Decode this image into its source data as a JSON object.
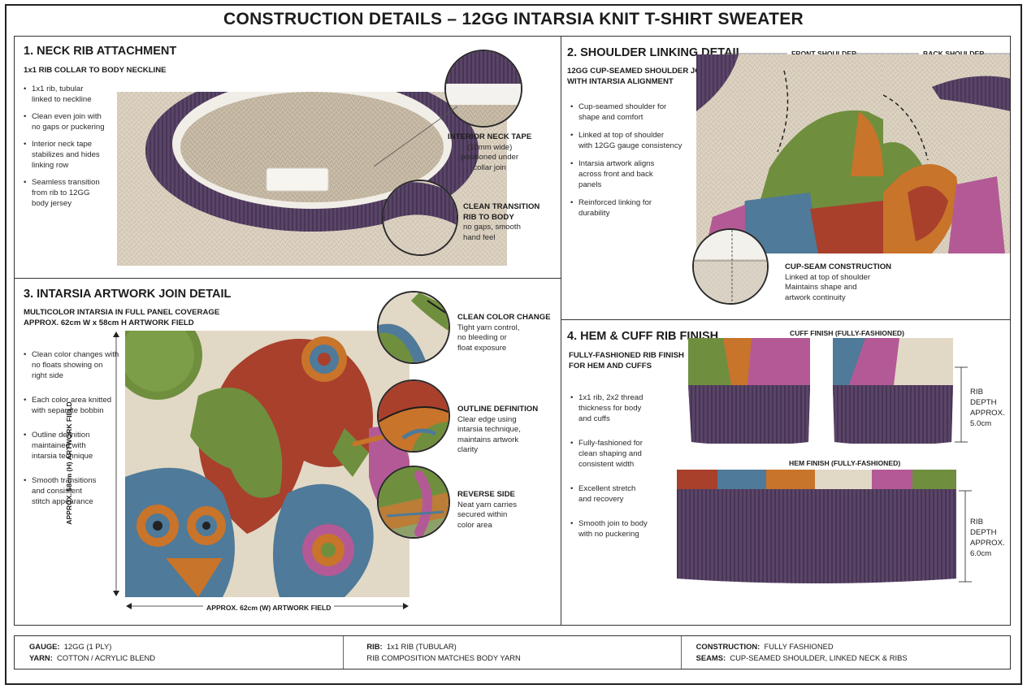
{
  "title": "CONSTRUCTION DETAILS – 12GG INTARSIA KNIT T-SHIRT SWEATER",
  "colors": {
    "rib_purple": "#5a4468",
    "body_beige": "#ddd3c3",
    "intarsia_green": "#6f8f3e",
    "intarsia_blue": "#4f7a99",
    "intarsia_orange": "#c8742a",
    "intarsia_red": "#a8402c",
    "intarsia_pink": "#b35a96"
  },
  "panel1": {
    "title": "1. NECK RIB ATTACHMENT",
    "subtitle": "1x1 RIB COLLAR TO BODY NECKLINE",
    "bullets": [
      "1x1 rib, tubular\nlinked to neckline",
      "Clean even join with\nno gaps or puckering",
      "Interior neck tape\nstabilizes and hides\nlinking row",
      "Seamless transition\nfrom rib to 12GG\nbody jersey"
    ],
    "callout_tape": {
      "title": "INTERIOR NECK TAPE",
      "text": "(10mm wide)\npositioned under\ncollar join"
    },
    "callout_transition": {
      "title": "CLEAN TRANSITION\nRIB TO BODY",
      "text": "no gaps, smooth\nhand feel"
    }
  },
  "panel2": {
    "title": "2. SHOULDER LINKING DETAIL",
    "subtitle": "12GG CUP-SEAMED SHOULDER JOIN\nWITH INTARSIA ALIGNMENT",
    "bullets": [
      "Cup-seamed shoulder for\nshape and comfort",
      "Linked at top of shoulder\nwith 12GG gauge consistency",
      "Intarsia artwork aligns\nacross front and back\npanels",
      "Reinforced linking for\ndurability"
    ],
    "front_label": "FRONT SHOULDER",
    "back_label": "BACK SHOULDER",
    "callout_cupseam": {
      "title": "CUP-SEAM CONSTRUCTION",
      "text": "Linked at top of shoulder\nMaintains shape and\nartwork continuity"
    }
  },
  "panel3": {
    "title": "3. INTARSIA ARTWORK JOIN DETAIL",
    "subtitle": "MULTICOLOR INTARSIA IN FULL PANEL COVERAGE\nAPPROX. 62cm W x 58cm H ARTWORK FIELD",
    "bullets": [
      "Clean color changes with\nno floats showing on\nright side",
      "Each color area knitted\nwith separate bobbin",
      "Outline definition\nmaintained with\nintarsia technique",
      "Smooth transitions\nand consistent\nstitch appearance"
    ],
    "dim_height": "APPROX. 58cm (H) ARTWORK FIELD",
    "dim_width": "APPROX. 62cm (W) ARTWORK FIELD",
    "callouts": [
      {
        "title": "CLEAN COLOR CHANGE",
        "text": "Tight yarn control,\nno bleeding or\nfloat exposure"
      },
      {
        "title": "OUTLINE DEFINITION",
        "text": "Clear edge using\nintarsia technique,\nmaintains artwork\nclarity"
      },
      {
        "title": "REVERSE SIDE",
        "text": "Neat yarn carries\nsecured within\ncolor area"
      }
    ]
  },
  "panel4": {
    "title": "4. HEM & CUFF RIB FINISH",
    "subtitle": "FULLY-FASHIONED RIB FINISH\nFOR HEM AND CUFFS",
    "bullets": [
      "1x1 rib, 2x2 thread\nthickness for body\nand cuffs",
      "Fully-fashioned for\nclean shaping and\nconsistent width",
      "Excellent stretch\nand recovery",
      "Smooth join to body\nwith no puckering"
    ],
    "cuff_label": "CUFF FINISH  (FULLY-FASHIONED)",
    "hem_label": "HEM FINISH  (FULLY-FASHIONED)",
    "cuff_depth": "RIB DEPTH\nAPPROX.\n5.0cm",
    "hem_depth": "RIB DEPTH\nAPPROX.\n6.0cm"
  },
  "specs": [
    {
      "k1": "GAUGE:",
      "v1": "12GG (1 PLY)",
      "k2": "YARN:",
      "v2": "COTTON / ACRYLIC BLEND"
    },
    {
      "k1": "RIB:",
      "v1": "1x1 RIB (TUBULAR)",
      "k2": "",
      "v2": "RIB COMPOSITION MATCHES BODY YARN"
    },
    {
      "k1": "CONSTRUCTION:",
      "v1": "FULLY FASHIONED",
      "k2": "SEAMS:",
      "v2": "CUP-SEAMED SHOULDER, LINKED NECK & RIBS"
    }
  ]
}
